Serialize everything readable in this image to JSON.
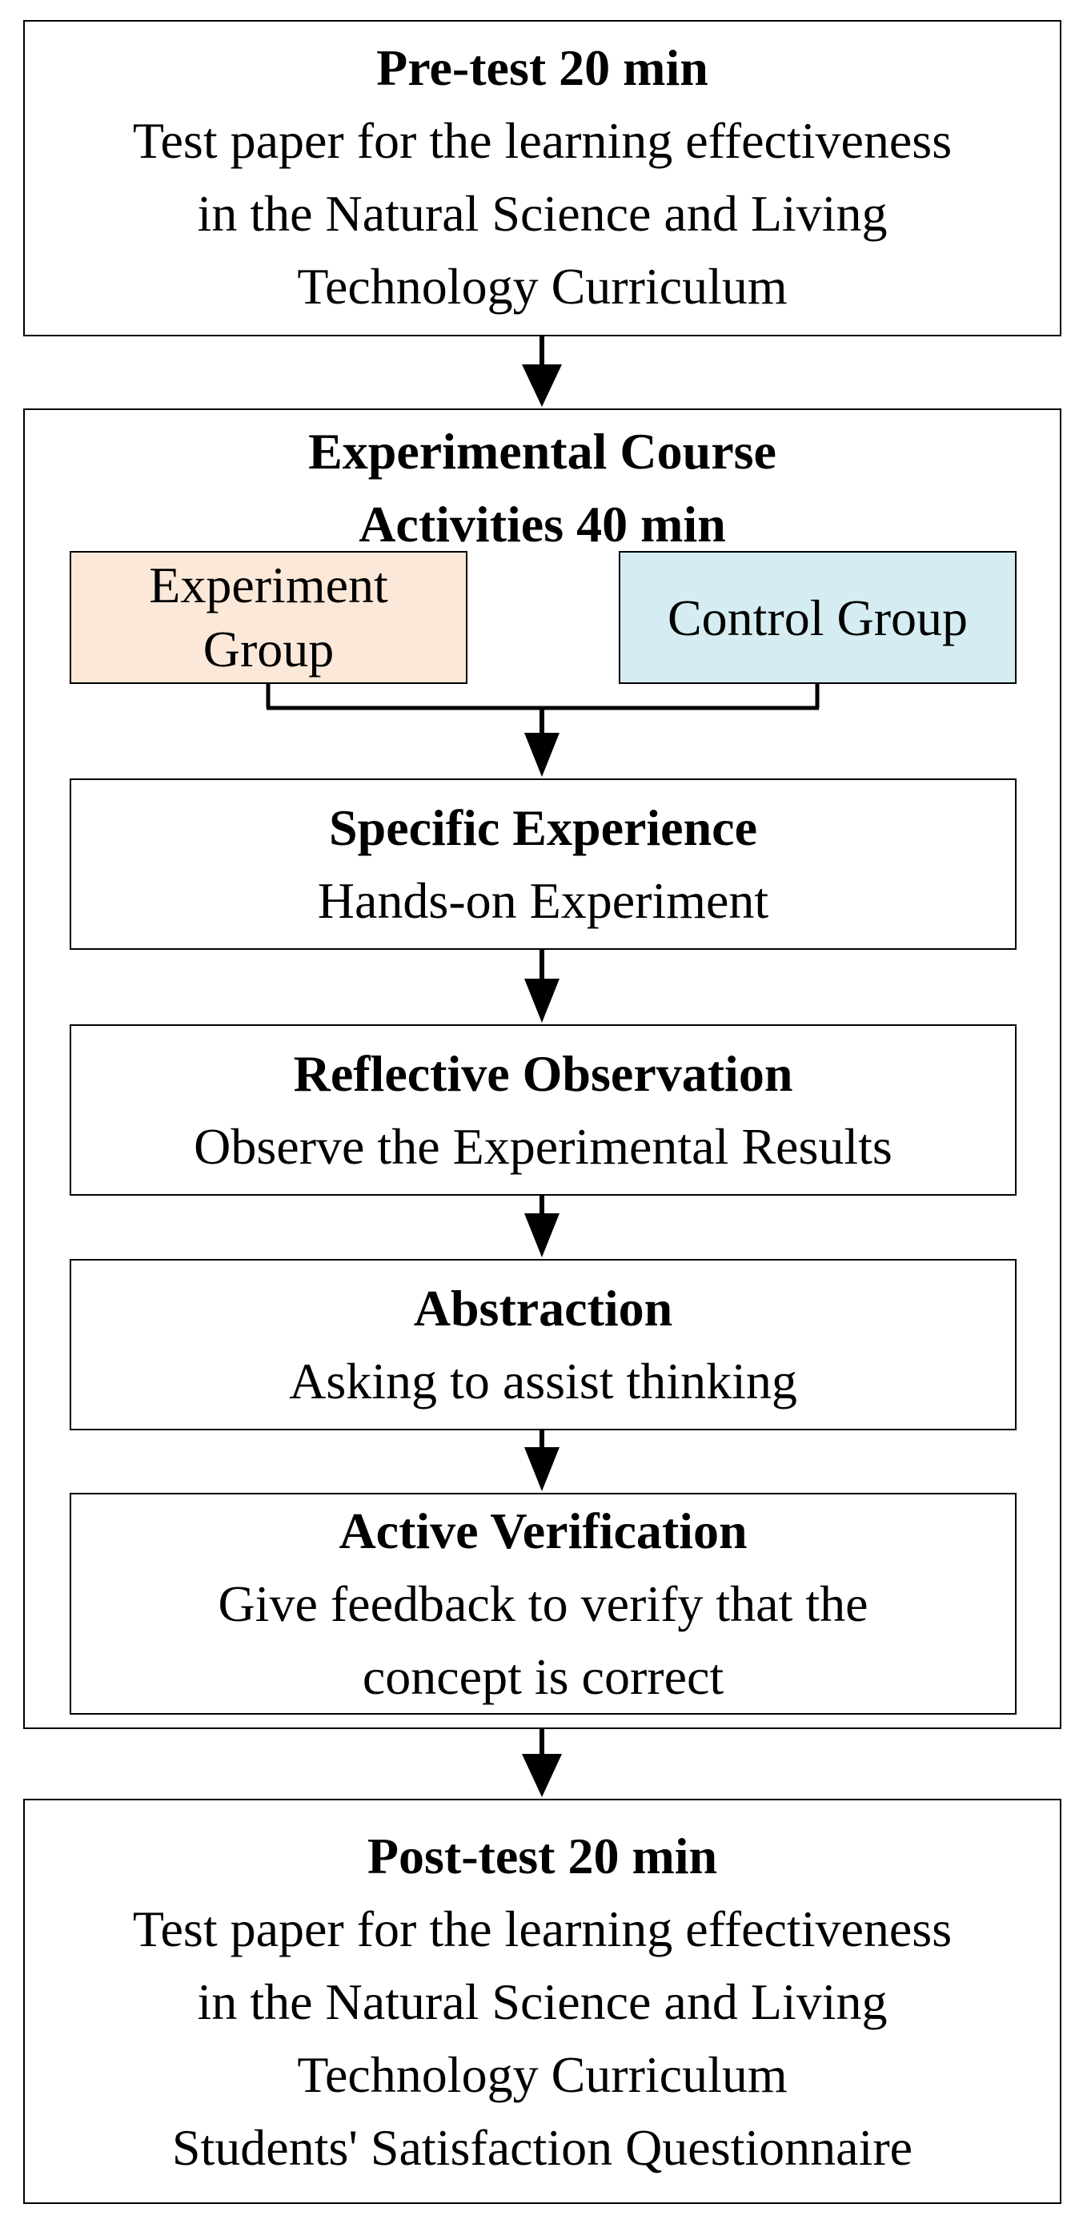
{
  "pre_test": {
    "title": "Pre-test 20 min",
    "lines": [
      "Test paper for the learning effectiveness",
      "in the Natural Science and Living",
      "Technology Curriculum"
    ]
  },
  "course": {
    "title_lines": [
      "Experimental Course",
      "Activities 40 min"
    ],
    "experiment_group": [
      "Experiment",
      "Group"
    ],
    "control_group": [
      "Control Group"
    ],
    "steps": [
      {
        "title": "Specific Experience",
        "lines": [
          "Hands-on Experiment"
        ]
      },
      {
        "title": "Reflective Observation",
        "lines": [
          "Observe the Experimental Results"
        ]
      },
      {
        "title": "Abstraction",
        "lines": [
          "Asking to assist thinking"
        ]
      },
      {
        "title": "Active Verification",
        "lines": [
          "Give feedback to verify that the",
          "concept is correct"
        ]
      }
    ]
  },
  "post_test": {
    "title": "Post-test 20 min",
    "lines": [
      "Test paper for the learning effectiveness",
      "in the Natural Science and Living",
      "Technology Curriculum",
      "Students' Satisfaction Questionnaire"
    ]
  },
  "colors": {
    "experiment_group_fill": "#fbe8d8",
    "control_group_fill": "#d5edf2",
    "border": "#000000"
  }
}
